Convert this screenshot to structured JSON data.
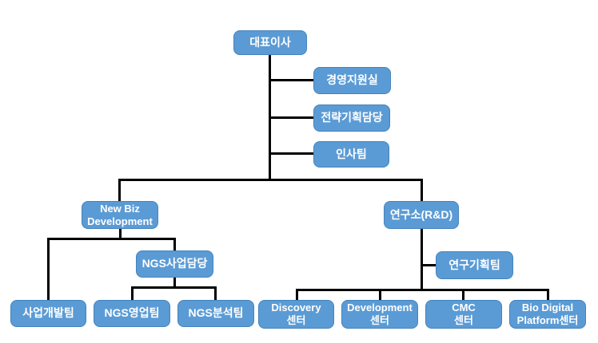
{
  "chart": {
    "type": "org-chart",
    "nodes": {
      "ceo": {
        "label": "대표이사"
      },
      "mgmt_support": {
        "label": "경영지원실"
      },
      "strategy": {
        "label": "전략기획담당"
      },
      "hr": {
        "label": "인사팀"
      },
      "new_biz": {
        "label": "New Biz\nDevelopment"
      },
      "rnd": {
        "label": "연구소(R&D)"
      },
      "ngs_biz": {
        "label": "NGS사업담당"
      },
      "rnd_planning": {
        "label": "연구기획팀"
      },
      "biz_dev": {
        "label": "사업개발팀"
      },
      "ngs_sales": {
        "label": "NGS영업팀"
      },
      "ngs_analysis": {
        "label": "NGS분석팀"
      },
      "discovery": {
        "label": "Discovery\n센터"
      },
      "development": {
        "label": "Development\n센터"
      },
      "cmc": {
        "label": "CMC\n센터"
      },
      "bio_digital": {
        "label": "Bio Digital\nPlatform센터"
      }
    },
    "edges": [
      {
        "from": "ceo",
        "to": "mgmt_support"
      },
      {
        "from": "ceo",
        "to": "strategy"
      },
      {
        "from": "ceo",
        "to": "hr"
      },
      {
        "from": "ceo",
        "to": "new_biz"
      },
      {
        "from": "ceo",
        "to": "rnd"
      },
      {
        "from": "new_biz",
        "to": "biz_dev"
      },
      {
        "from": "new_biz",
        "to": "ngs_biz"
      },
      {
        "from": "ngs_biz",
        "to": "ngs_sales"
      },
      {
        "from": "ngs_biz",
        "to": "ngs_analysis"
      },
      {
        "from": "rnd",
        "to": "rnd_planning"
      },
      {
        "from": "rnd",
        "to": "discovery"
      },
      {
        "from": "rnd",
        "to": "development"
      },
      {
        "from": "rnd",
        "to": "cmc"
      },
      {
        "from": "rnd",
        "to": "bio_digital"
      }
    ],
    "colors": {
      "node_fill": "#5b9bd5",
      "node_border": "#4483bd",
      "node_text": "#ffffff",
      "connector": "#000000",
      "background": "#ffffff"
    }
  }
}
